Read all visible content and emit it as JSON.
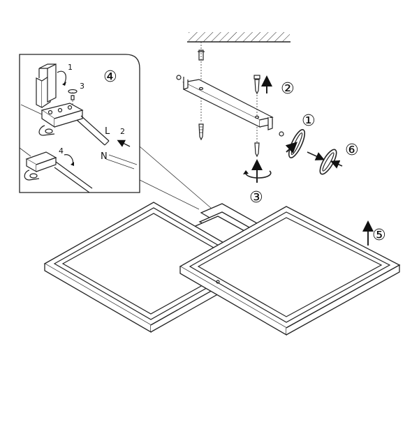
{
  "steps": {
    "s1": "①",
    "s2": "②",
    "s3": "③",
    "s4": "④",
    "s5": "⑤",
    "s6": "⑥"
  },
  "inset": {
    "n1": "1",
    "n2": "2",
    "n3": "3",
    "n4": "4",
    "L": "L",
    "N": "N"
  },
  "icons": [
    "ceiling-hatch-icon",
    "screw-icon",
    "arrow-icon",
    "rotate-arrow-icon"
  ]
}
